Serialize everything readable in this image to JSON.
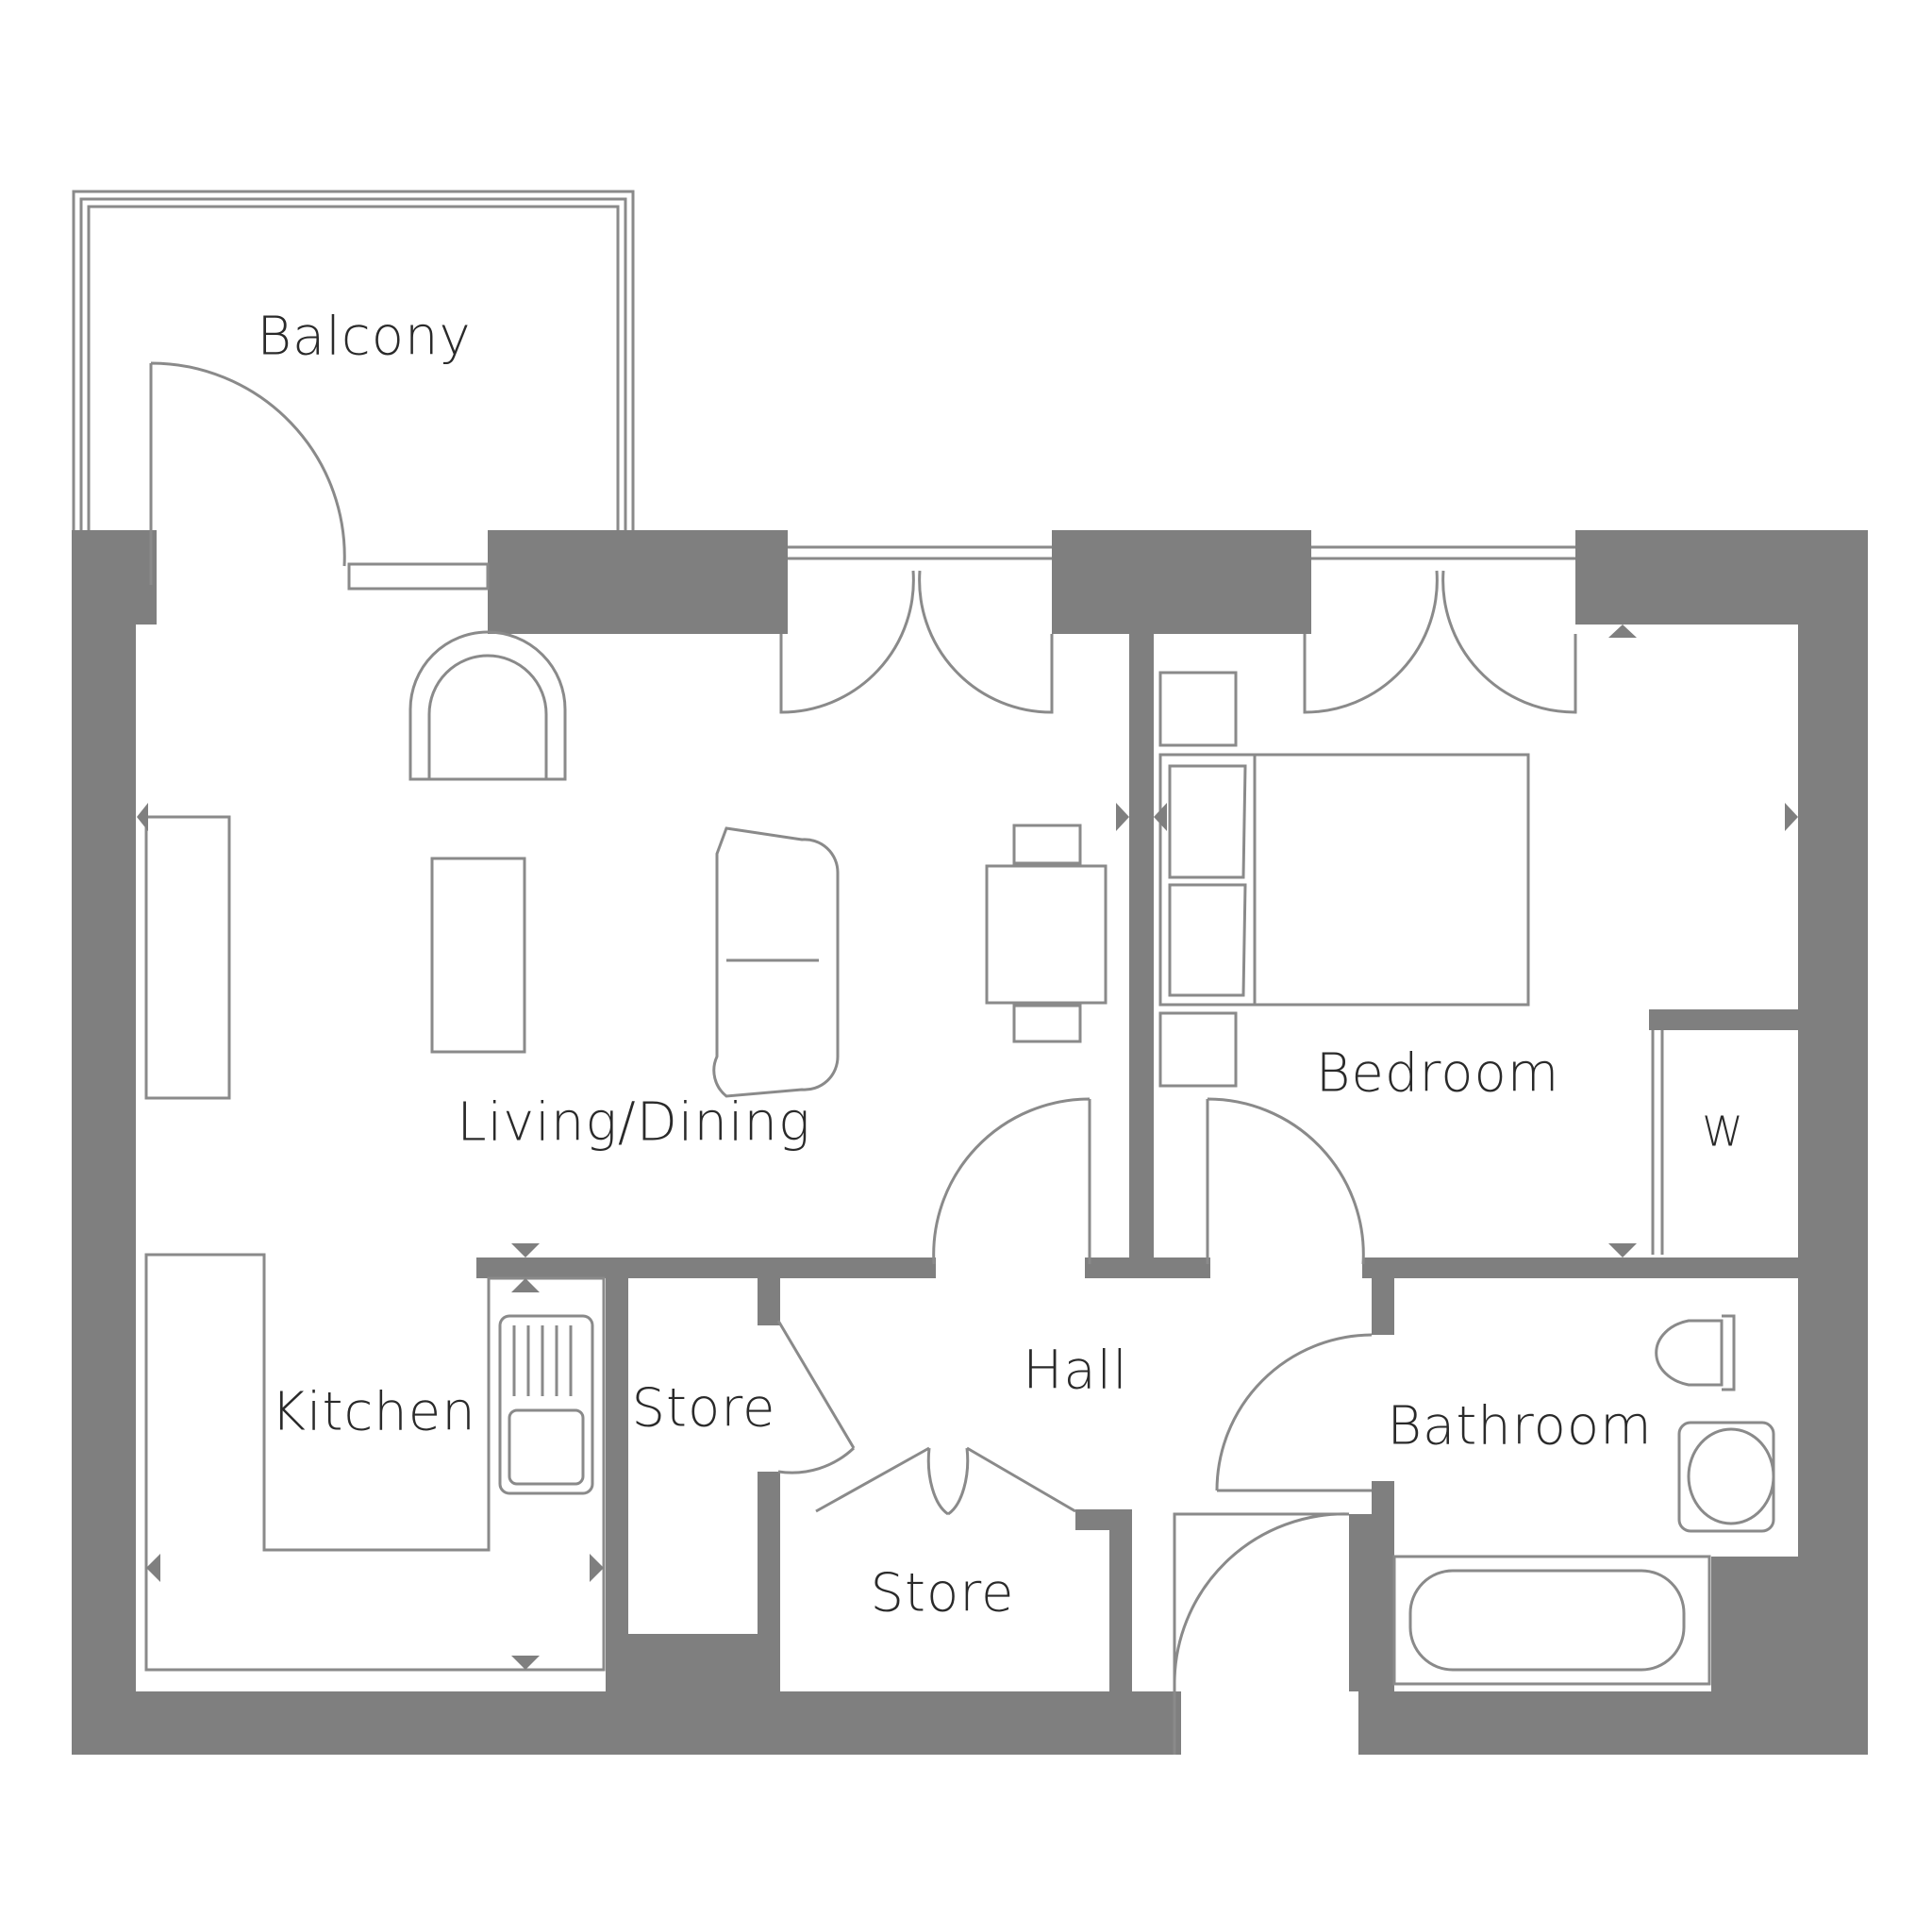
{
  "colors": {
    "wall": "#7f7f7f",
    "line": "#8a8a8a",
    "text": "#2a2a2a",
    "background": "#ffffff"
  },
  "rooms": {
    "balcony": "Balcony",
    "living_dining": "Living/Dining",
    "bedroom": "Bedroom",
    "wardrobe": "W",
    "kitchen": "Kitchen",
    "store_left": "Store",
    "hall": "Hall",
    "store_bottom": "Store",
    "bathroom": "Bathroom"
  }
}
